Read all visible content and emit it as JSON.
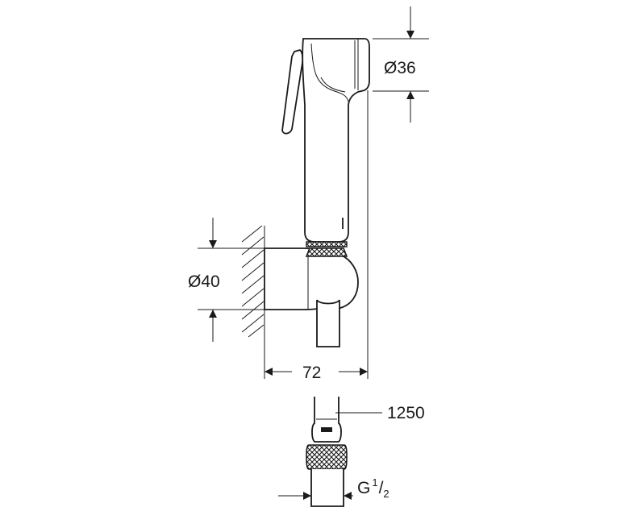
{
  "drawing": {
    "dimensions": {
      "head_diameter": "Ø36",
      "holder_diameter": "Ø40",
      "holder_depth": "72",
      "hose_length": "1250",
      "thread_label": "G",
      "thread_num": "1",
      "thread_sep": "/",
      "thread_den": "2"
    }
  }
}
